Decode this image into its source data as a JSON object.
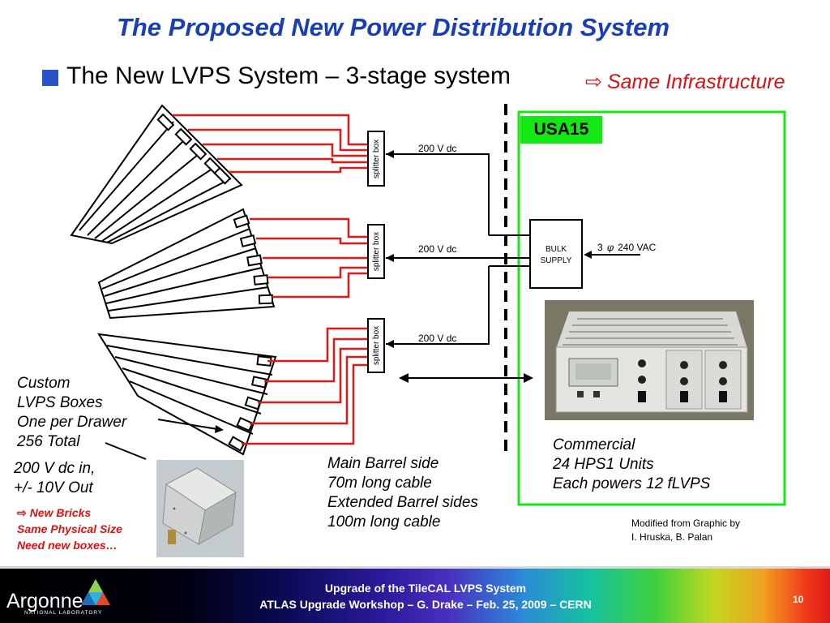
{
  "title": "The Proposed New Power Distribution  System",
  "subtitle": "The New LVPS System – 3-stage system",
  "same_infra": {
    "arrow": "⇨",
    "text": "Same Infrastructure"
  },
  "splitter_label": "splitter box",
  "cable_voltage": "200 V dc",
  "usa15": "USA15",
  "bulk_supply": {
    "line1": "BULK",
    "line2": "SUPPLY"
  },
  "vac": {
    "phase": "3",
    "symbol": "φ",
    "value": "240 VAC"
  },
  "custom_lvps": {
    "line1": "Custom",
    "line2": "LVPS Boxes",
    "line3": "One per Drawer",
    "line4": "256 Total"
  },
  "vdc_io": {
    "line1": "200 V dc in,",
    "line2": "+/- 10V Out"
  },
  "new_bricks": {
    "arrow": "⇨",
    "line1": "New Bricks",
    "line2": "Same Physical Size",
    "line3": "Need new boxes…"
  },
  "cable_info": {
    "line1": "Main Barrel side",
    "line2": "70m long cable",
    "line3": "Extended Barrel sides",
    "line4": "100m long cable"
  },
  "commercial": {
    "line1": "Commercial",
    "line2": "24 HPS1 Units",
    "line3": "Each powers 12 fLVPS"
  },
  "credit": {
    "line1": "Modified from Graphic by",
    "line2": "I. Hruska, B. Palan"
  },
  "footer": {
    "line1": "Upgrade of the TileCAL LVPS System",
    "line2": "ATLAS Upgrade Workshop – G. Drake – Feb. 25, 2009  – CERN",
    "page": "10"
  },
  "logo": {
    "name": "Argonne",
    "sub": "NATIONAL LABORATORY"
  },
  "colors": {
    "title": "#1a3eb5",
    "accent_red": "#e01010",
    "usa15_green": "#14e814",
    "wire_red": "#e01818"
  }
}
